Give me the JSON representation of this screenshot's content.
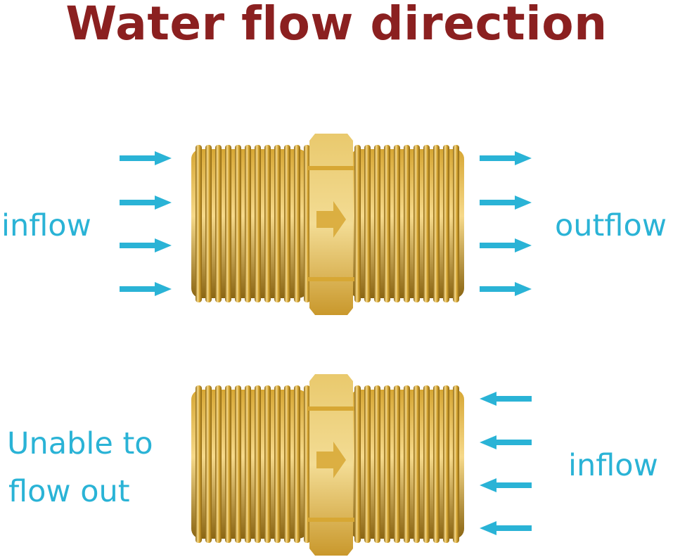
{
  "title": "Water flow direction",
  "colors": {
    "title": "#8b2020",
    "accent": "#2ab3d6",
    "brass_light": "#f6d98a",
    "brass_mid": "#d7a734",
    "brass_dark": "#8a6512"
  },
  "top_panel": {
    "left_label": "inflow",
    "right_label": "outflow",
    "left_arrow_direction": "right",
    "right_arrow_direction": "right",
    "fitting_arrow_direction": "right"
  },
  "bottom_panel": {
    "left_label_line1": "Unable to",
    "left_label_line2": "flow out",
    "right_label": "inflow",
    "right_arrow_direction": "left",
    "fitting_arrow_direction": "right"
  }
}
